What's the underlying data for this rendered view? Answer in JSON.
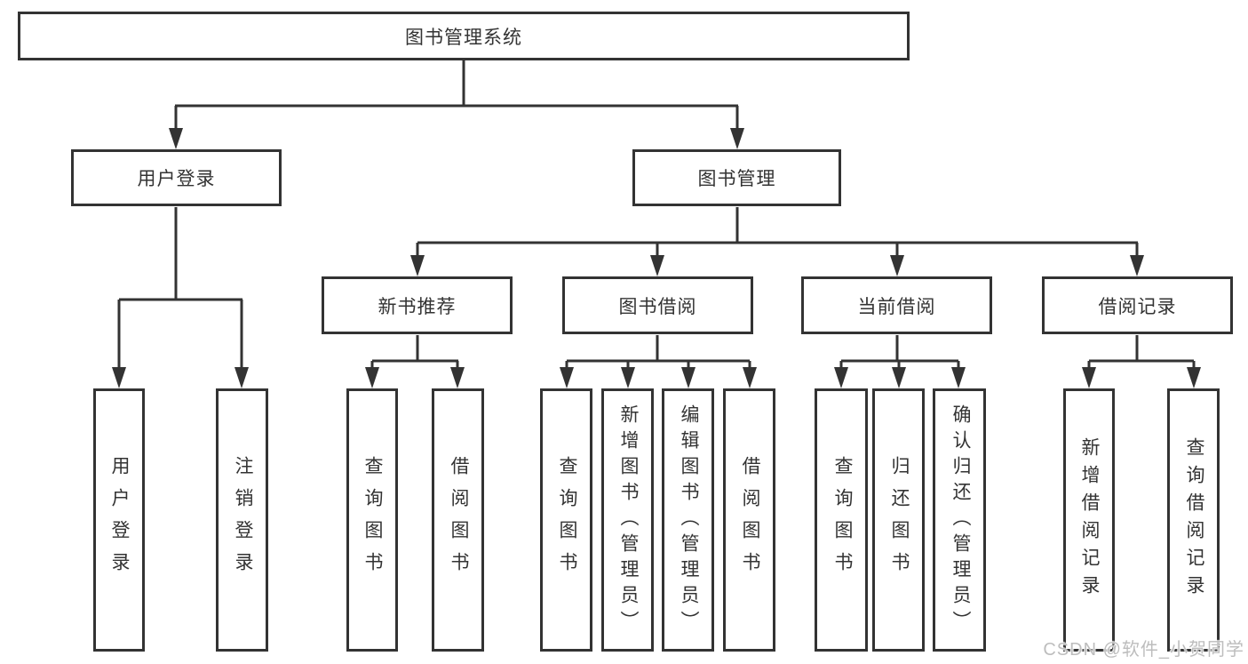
{
  "theme": {
    "line_color": "#333333",
    "box_border_color": "#333333",
    "text_color": "#333333",
    "watermark_color": "#bdbdbd",
    "background": "#ffffff"
  },
  "nodes": {
    "root": "图书管理系统",
    "user_login": "用户登录",
    "book_mgmt": "图书管理",
    "new_book_rec": "新书推荐",
    "book_borrow": "图书借阅",
    "current_borrow": "当前借阅",
    "borrow_record": "借阅记录",
    "leaf_user_login": "用户登录",
    "leaf_logout": "注销登录",
    "rec_query_book": "查询图书",
    "rec_borrow_book": "借阅图书",
    "bb_query_book": "查询图书",
    "bb_add_book": "新增图书（管理员）",
    "bb_edit_book": "编辑图书（管理员）",
    "bb_borrow_book": "借阅图书",
    "cb_query_book": "查询图书",
    "cb_return_book": "归还图书",
    "cb_confirm_return": "确认归还（管理员）",
    "br_add_record": "新增借阅记录",
    "br_query_record": "查询借阅记录"
  },
  "watermark": {
    "text": "CSDN @软件_小贺同学"
  }
}
